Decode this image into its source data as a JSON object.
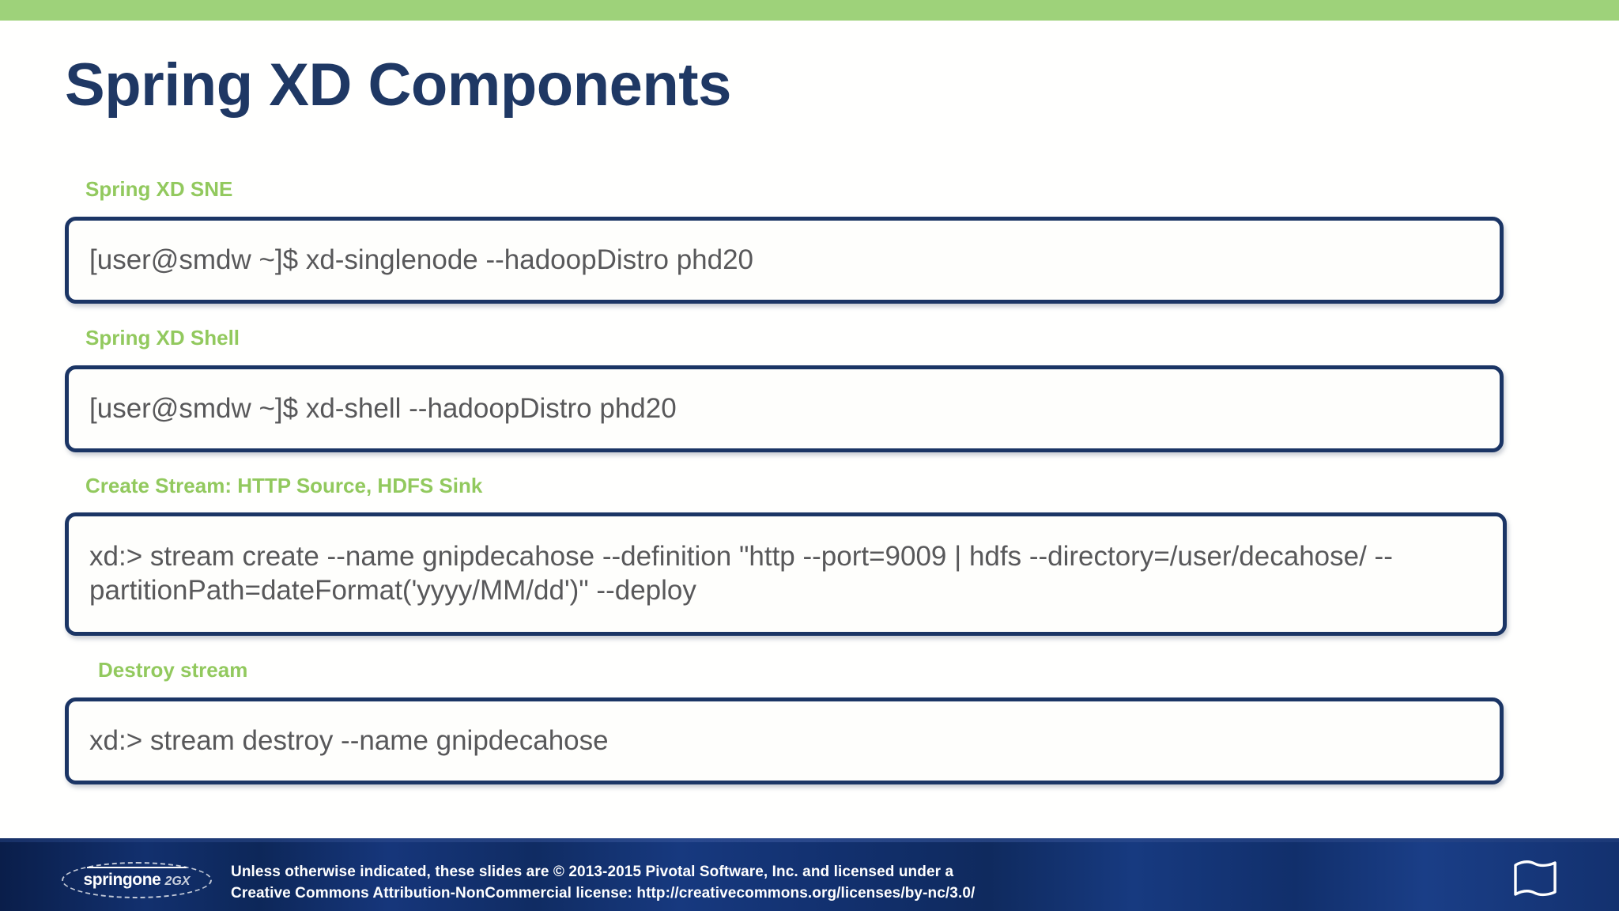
{
  "theme": {
    "accent_green": "#9ED27A",
    "label_green": "#92C95E",
    "navy": "#1F3864",
    "box_border": "#1B3565",
    "command_text": "#58585A",
    "footer_navy": "#12306E"
  },
  "slide": {
    "title": "Spring XD Components"
  },
  "sections": [
    {
      "label": "Spring XD SNE",
      "command": "[user@smdw ~]$ xd-singlenode --hadoopDistro phd20"
    },
    {
      "label": "Spring XD Shell",
      "command": "[user@smdw ~]$ xd-shell --hadoopDistro phd20"
    },
    {
      "label": "Create Stream: HTTP Source, HDFS Sink",
      "command": "xd:> stream create --name gnipdecahose --definition \"http --port=9009 | hdfs --directory=/user/decahose/ --partitionPath=dateFormat('yyyy/MM/dd')\" --deploy"
    },
    {
      "label": "Destroy stream",
      "command": "xd:> stream destroy --name gnipdecahose"
    }
  ],
  "footer": {
    "logo_word": "springone",
    "logo_suffix": "2GX",
    "license_line_1": "Unless otherwise indicated, these slides are © 2013-2015 Pivotal Software, Inc. and licensed under a",
    "license_line_2": "Creative Commons Attribution-NonCommercial license: http://creativecommons.org/licenses/by-nc/3.0/"
  }
}
